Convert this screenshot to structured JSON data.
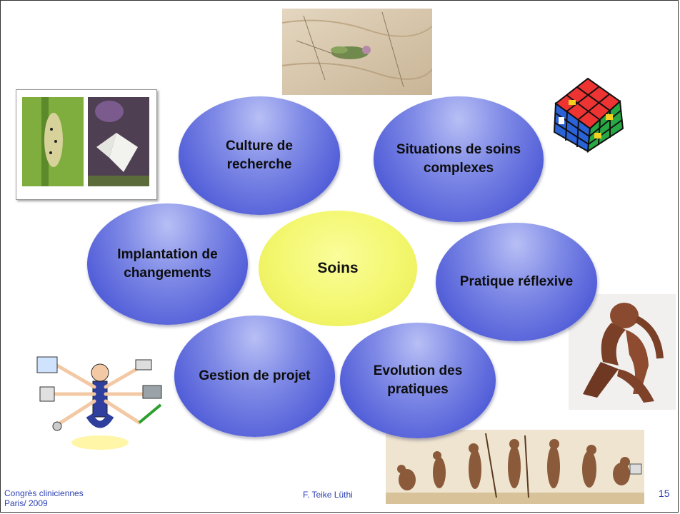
{
  "diagram": {
    "center": "Soins",
    "nodes": [
      {
        "id": "culture",
        "label_line1": "Culture de",
        "label_line2": "recherche"
      },
      {
        "id": "situations",
        "label_line1": "Situations de soins",
        "label_line2": "complexes"
      },
      {
        "id": "implantation",
        "label_line1": "Implantation de",
        "label_line2": "changements"
      },
      {
        "id": "pratique",
        "label_line1": "Pratique réflexive",
        "label_line2": ""
      },
      {
        "id": "gestion",
        "label_line1": "Gestion de projet",
        "label_line2": ""
      },
      {
        "id": "evolution",
        "label_line1": "Evolution des",
        "label_line2": "pratiques"
      }
    ]
  },
  "footer": {
    "left_line1": "Congrès cliniciennes",
    "left_line2": "Paris/ 2009",
    "author": "F. Teike Lüthi",
    "page_number": "15"
  },
  "images": [
    "sand-plant-photo",
    "chrysalis-butterfly-photo",
    "rubiks-cube-image",
    "thinker-sculpture-photo",
    "multitasking-businessman-cartoon",
    "human-evolution-illustration"
  ],
  "colors": {
    "bubble": "#5561d9",
    "center": "#f3f76e",
    "footer_text": "#2a3fb3"
  }
}
